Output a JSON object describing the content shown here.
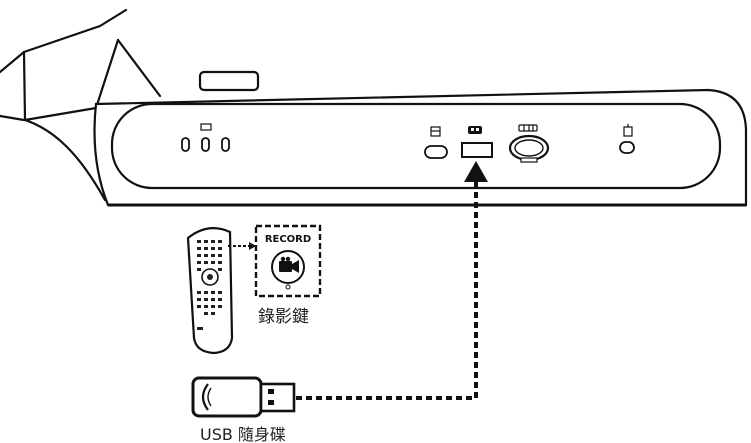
{
  "record_button_label": "RECORD",
  "record_key_caption": "錄影鍵",
  "usb_drive_caption": "USB 隨身碟"
}
